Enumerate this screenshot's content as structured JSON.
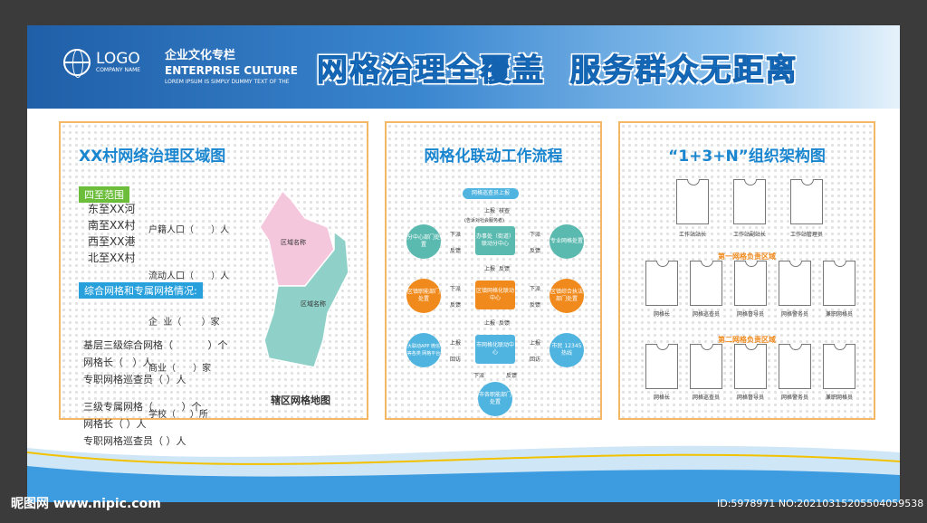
{
  "header": {
    "logo_text": "LOGO",
    "company": "COMPANY NAME",
    "culture_cn": "企业文化专栏",
    "culture_en": "ENTERPRISE CULTURE",
    "culture_sub": "LOREM IPSUM IS SIMPLY DUMMY TEXT OF THE",
    "slogan": "网格治理全覆盖  服务群众无距离"
  },
  "left": {
    "title": "XX村网络治理区域图",
    "range_tag": "四至范围",
    "ranges": [
      "东至XX河",
      "南至XX村",
      "西至XX港",
      "北至XX村"
    ],
    "stats": [
      "户籍人口（      ）人",
      "流动人口（      ）人",
      "企  业（       ）家",
      "商业（      ）家",
      "学校（     ）所"
    ],
    "grid_tag": "综合网格和专属网格情况:",
    "grid1": [
      "基层三级综合网格（           ）个",
      "网格长（   ）人",
      "专职网格巡查员（ ）人"
    ],
    "grid2": [
      "三级专属网格（         ）个",
      "网格长（ ）人",
      "专职网格巡查员（ ）人"
    ],
    "map_label1": "区域名称",
    "map_label2": "区域名称",
    "map_caption": "辖区网格地图"
  },
  "mid": {
    "title": "网格化联动工作流程",
    "top": "网格巡查员上报",
    "note": "(告诉对社会服务者)",
    "nodes": {
      "sub_left": "分中心部门处置",
      "sub_center": "办事处（街道）联动分中心",
      "sub_right": "专业网格处置",
      "town_left": "区镇职能部门处置",
      "town_center": "区镇网格化联动中心",
      "town_right": "区镇综合执法部门处置",
      "city_left": "大联动APP 微信等各类 网格平台",
      "city_center": "市网格化联动中心",
      "city_right": "市民 12345热线",
      "city_bottom": "市各职能部门处置"
    },
    "labels": {
      "report": "上报",
      "verify": "核查",
      "dispatch": "下派",
      "feedback": "反馈",
      "revisit": "回访"
    }
  },
  "right": {
    "title": "“1+3+N”组织架构图",
    "top_roles": [
      "工作站站长",
      "工作站副站长",
      "工作站管理员"
    ],
    "zone1": "第一网格负责区域",
    "zone2": "第二网格负责区域",
    "roles": [
      "网格长",
      "网格巡查员",
      "网格督导员",
      "网格警务员",
      "兼职网格员"
    ]
  },
  "watermark": {
    "site": "昵图网 www.nipic.com",
    "id": "ID:5978971 NO:20210315205504059538"
  },
  "colors": {
    "blue": "#1a86d0",
    "orange": "#f08a1c",
    "teal": "#5bbab0",
    "sky": "#4fb4e0",
    "green": "#6bbd3a"
  }
}
